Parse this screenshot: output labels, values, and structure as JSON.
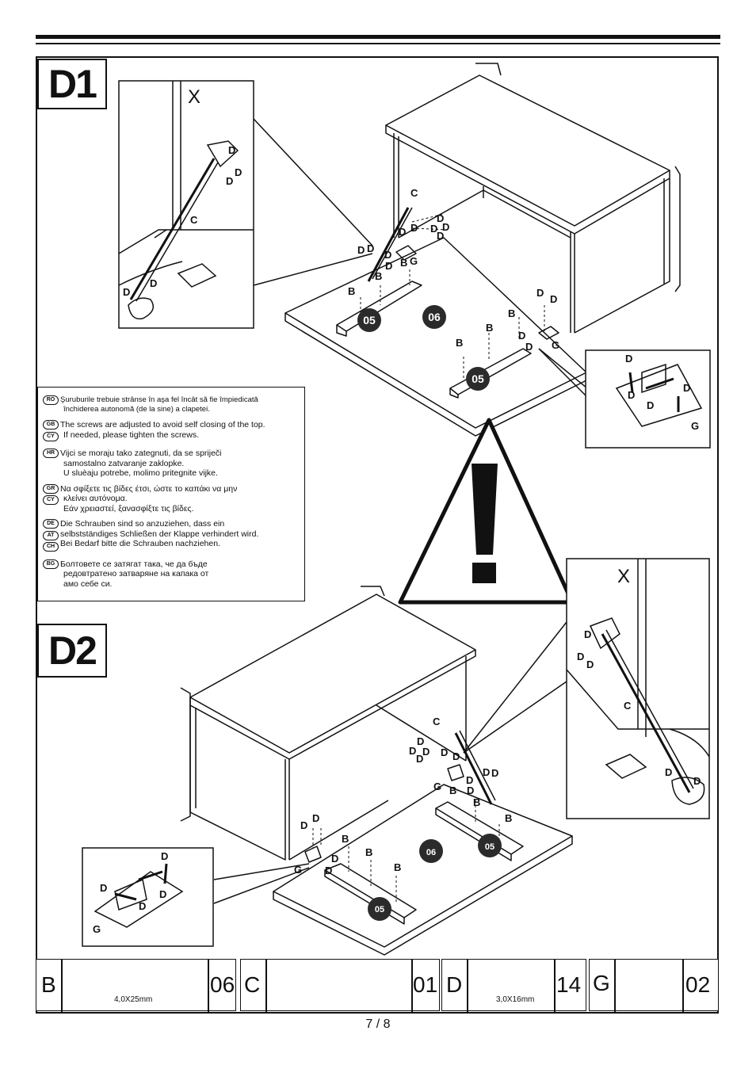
{
  "steps": {
    "d1": "D1",
    "d2": "D2"
  },
  "notes": [
    {
      "flags": [
        "RO"
      ],
      "lines": [
        "Şuruburile trebuie strânse în aşa fel încât să fie împiedicată",
        "închiderea autonomă (de la sine) a clapetei."
      ]
    },
    {
      "flags": [
        "GB",
        "CY"
      ],
      "lines": [
        "The screws are adjusted to avoid self closing of the top.",
        "If needed, please tighten the screws."
      ]
    },
    {
      "flags": [
        "HR"
      ],
      "lines": [
        "Vijci se moraju tako zategnuti, da se spriječi",
        "samostalno zatvaranje zaklopke.",
        "U sluèaju potrebe, molimo pritegnite vijke."
      ]
    },
    {
      "flags": [
        "GR",
        "CY"
      ],
      "lines": [
        "Να σφίξετε τις βίδες έτσι, ώστε το καπάκι να μην",
        "κλείνει αυτόνομα.",
        "Εάν χρειαστεί, ξανασφίξτε τις βίδες."
      ]
    },
    {
      "flags": [
        "DE",
        "AT",
        "CH"
      ],
      "lines": [
        "Die Schrauben sind so anzuziehen, dass ein",
        "selbstständiges Schließen der Klappe verhindert wird.",
        "Bei Bedarf bitte die Schrauben nachziehen."
      ]
    },
    {
      "flags": [
        "BG"
      ],
      "lines": [
        "Болтовете се затягат така, че да бъде",
        "редовтратено затваряне на капака от",
        "амо себе си."
      ]
    }
  ],
  "parts": [
    {
      "letter": "B",
      "count": "06",
      "dim": "4,0X25mm"
    },
    {
      "letter": "C",
      "count": "01",
      "dim": ""
    },
    {
      "letter": "D",
      "count": "14",
      "dim": "3,0X16mm"
    },
    {
      "letter": "G",
      "count": "02",
      "dim": ""
    }
  ],
  "callouts": {
    "b": "B",
    "c": "C",
    "d": "D",
    "g": "G",
    "panel_05": "05",
    "panel_06": "06",
    "x_mark": "X"
  },
  "page": "7 / 8"
}
